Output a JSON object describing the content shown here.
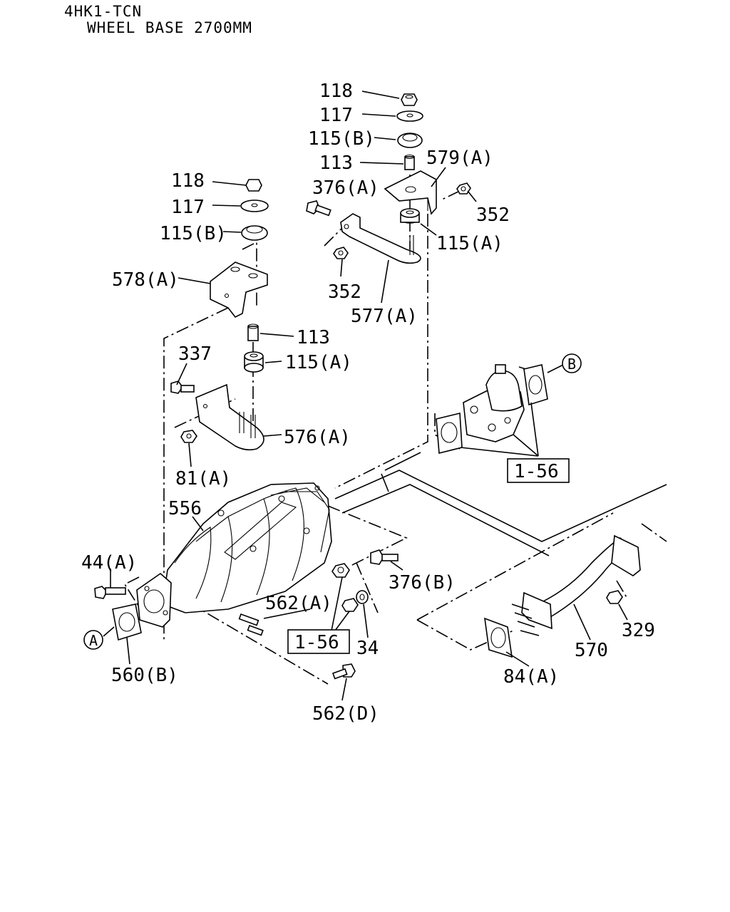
{
  "header": {
    "model": "4HK1-TCN",
    "wheel_base": "WHEEL BASE 2700MM"
  },
  "callouts": {
    "p118_top": "118",
    "p117_top": "117",
    "p115b_top": "115(B)",
    "p113_top": "113",
    "p579a": "579(A)",
    "p376a": "376(A)",
    "p352_right": "352",
    "p115a_right": "115(A)",
    "p352_mid": "352",
    "p577a": "577(A)",
    "p118_left": "118",
    "p117_left": "117",
    "p115b_left": "115(B)",
    "p578a": "578(A)",
    "p113_mid": "113",
    "p337": "337",
    "p115a_mid": "115(A)",
    "p576a": "576(A)",
    "p81a": "81(A)",
    "p556": "556",
    "p44a": "44(A)",
    "p562a": "562(A)",
    "p376b": "376(B)",
    "p34": "34",
    "p560b": "560(B)",
    "p562d": "562(D)",
    "p329": "329",
    "p570": "570",
    "p84a": "84(A)"
  },
  "references": {
    "ref_1_56_right": "1-56",
    "ref_1_56_left": "1-56",
    "circle_a": "A",
    "circle_b": "B"
  }
}
